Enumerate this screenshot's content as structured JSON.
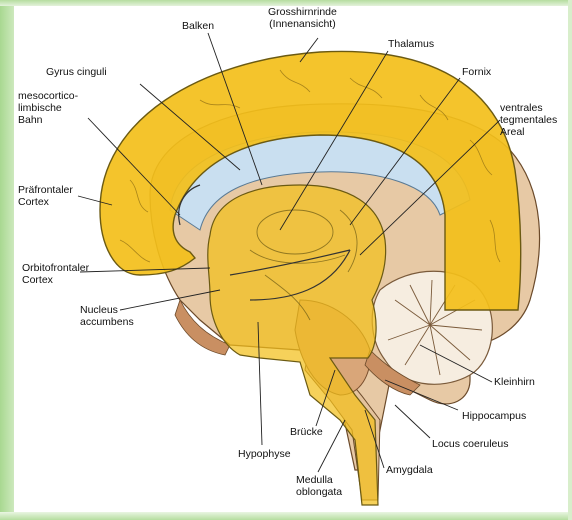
{
  "diagram": {
    "labels": {
      "grosshirnrinde": "Grosshirnrinde\n(Innenansicht)",
      "balken": "Balken",
      "thalamus": "Thalamus",
      "gyrus_cinguli": "Gyrus cinguli",
      "fornix": "Fornix",
      "mesocortico": "mesocortico-\nlimbische\nBahn",
      "ventrales": "ventrales\ntegmentales\nAreal",
      "praefrontaler": "Präfrontaler\nCortex",
      "orbitofrontaler": "Orbitofrontaler\nCortex",
      "nucleus": "Nucleus\naccumbens",
      "kleinhirn": "Kleinhirn",
      "hippocampus": "Hippocampus",
      "bruecke": "Brücke",
      "locus": "Locus coeruleus",
      "hypophyse": "Hypophyse",
      "amygdala": "Amygdala",
      "medulla": "Medulla\noblongata"
    },
    "colors": {
      "highlight": "#f3bf1a",
      "highlight_edge": "#6b5a12",
      "ventricle": "#c9dff0",
      "tissue": "#e7c9a5",
      "tissue_dark": "#c98f62",
      "leader": "#222222"
    }
  }
}
